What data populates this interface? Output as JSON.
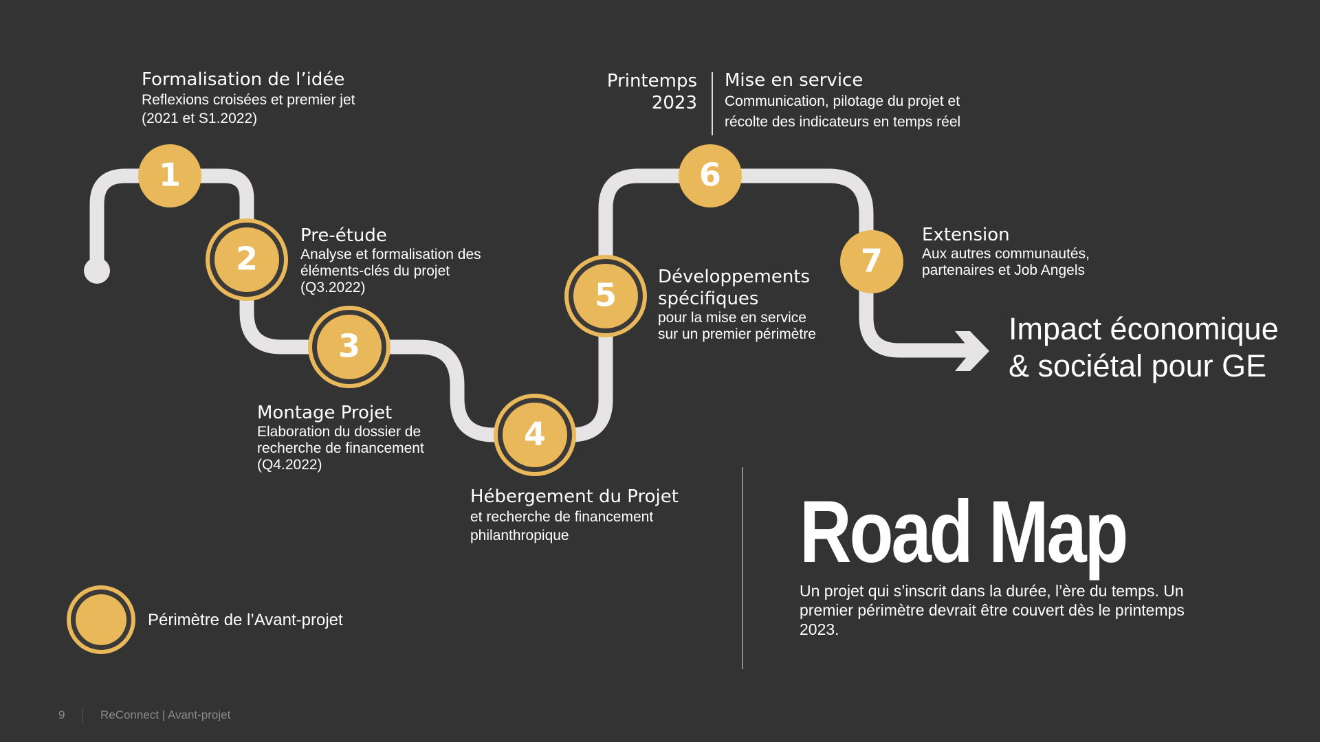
{
  "colors": {
    "background": "#333333",
    "path": "#e6e4e4",
    "accent": "#e8b85a",
    "ring": "#3c3a38",
    "text": "#ffffff",
    "muted": "#8a8a8a"
  },
  "steps": [
    {
      "number": "1",
      "title": "Formalisation de l’idée",
      "desc": [
        "Reflexions croisées et premier jet",
        "(2021 et S1.2022)"
      ],
      "avant_projet": false
    },
    {
      "number": "2",
      "title": "Pre-étude",
      "desc": [
        "Analyse et formalisation des",
        "éléments-clés du projet",
        "(Q3.2022)"
      ],
      "avant_projet": true
    },
    {
      "number": "3",
      "title": "Montage Projet",
      "desc": [
        "Elaboration du dossier de",
        "recherche de financement",
        "(Q4.2022)"
      ],
      "avant_projet": true
    },
    {
      "number": "4",
      "title": "Hébergement du Projet",
      "desc": [
        "et recherche de financement",
        "philanthropique"
      ],
      "avant_projet": true
    },
    {
      "number": "5",
      "title": "Développements",
      "title2": "spécifiques",
      "desc": [
        "pour la mise en service",
        "sur un premier périmètre"
      ],
      "avant_projet": true
    },
    {
      "number": "6",
      "title": "Mise en service",
      "desc": [
        "Communication, pilotage du projet et",
        "récolte des indicateurs en temps réel"
      ],
      "avant_projet": false
    },
    {
      "number": "7",
      "title": "Extension",
      "desc": [
        "Aux autres communautés,",
        "partenaires et Job Angels"
      ],
      "avant_projet": false
    }
  ],
  "milestone": "Printemps 2023",
  "impact": [
    "Impact économique",
    "& sociétal pour GE"
  ],
  "title": "Road Map",
  "subtitle": "Un projet qui s’inscrit dans la durée, l’ère du temps. Un premier périmètre devrait être couvert dès le printemps 2023.",
  "legend": {
    "label": "Périmètre de l’Avant-projet",
    "icon": "ringed-circle-icon"
  },
  "footer": {
    "page_number": "9",
    "text": "ReConnect | Avant-projet"
  }
}
